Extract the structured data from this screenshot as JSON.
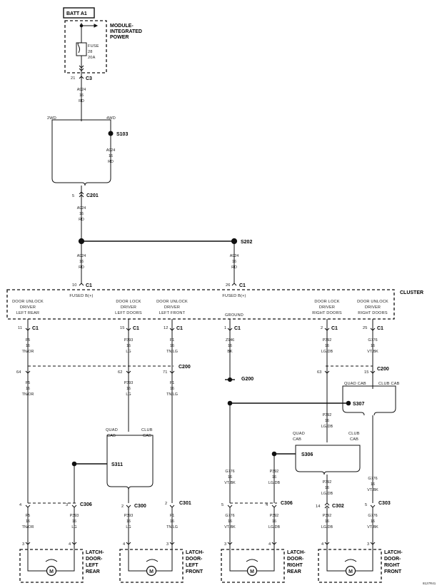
{
  "power": {
    "batt": "BATT A1",
    "module_label": [
      "MODULE-",
      "INTEGRATED",
      "POWER"
    ],
    "fuse_lines": [
      "FUSE",
      "28",
      "20A"
    ],
    "c3_pin": "21",
    "c3": "C3"
  },
  "wire_main": [
    "A924",
    "16",
    "RD"
  ],
  "split": {
    "left": "2WD",
    "right": "4WD"
  },
  "s103": "S103",
  "c201": {
    "pin": "5",
    "label": "C201"
  },
  "s202": "S202",
  "cluster": {
    "title": "CLUSTER",
    "c1_pin_left": "10",
    "c1_pin_right": "26",
    "c1": "C1",
    "fused_left": "FUSED B(+)",
    "fused_right": "FUSED B(+)",
    "drivers": [
      [
        "DOOR UNLOCK",
        "DRIVER",
        "LEFT REAR"
      ],
      [
        "DOOR LOCK",
        "DRIVER",
        "LEFT DOORS"
      ],
      [
        "DOOR UNLOCK",
        "DRIVER",
        "LEFT FRONT"
      ],
      [
        "GROUND"
      ],
      [
        "DOOR LOCK",
        "DRIVER",
        "RIGHT DOORS"
      ],
      [
        "DOOR UNLOCK",
        "DRIVER",
        "RIGHT DOORS"
      ]
    ]
  },
  "outputs": [
    {
      "pin": "11",
      "c": "C1",
      "wire": [
        "P5",
        "16",
        "TN/OR"
      ]
    },
    {
      "pin": "15",
      "c": "C1",
      "wire": [
        "P393",
        "16",
        "LG"
      ]
    },
    {
      "pin": "12",
      "c": "C1",
      "wire": [
        "P1",
        "16",
        "TN/LG"
      ]
    },
    {
      "pin": "1",
      "c": "C1",
      "wire": [
        "Z946",
        "16",
        "BK"
      ]
    },
    {
      "pin": "2",
      "c": "C1",
      "wire": [
        "P392",
        "16",
        "LG/DB"
      ]
    },
    {
      "pin": "25",
      "c": "C1",
      "wire": [
        "G776",
        "16",
        "VT/BK"
      ]
    }
  ],
  "c200": {
    "label": "C200",
    "pins_left": [
      "64",
      "62",
      "71"
    ],
    "pins_right": [
      "63",
      "15"
    ],
    "label_right": "C200"
  },
  "g200": "G200",
  "s307": "S307",
  "cab_right": {
    "quad": "QUAD CAB",
    "club": "CLUB CAB"
  },
  "cab_left": {
    "quad": [
      "QUAD",
      "CAB"
    ],
    "club": [
      "CLUB",
      "CAB"
    ]
  },
  "cab_mid": {
    "quad": [
      "QUAD",
      "CAB"
    ],
    "club": [
      "CLUB",
      "CAB"
    ]
  },
  "s311": "S311",
  "s306": "S306",
  "wires_lower": {
    "p5": [
      "P5",
      "16",
      "TN/OR"
    ],
    "p393": [
      "P393",
      "16",
      "LG"
    ],
    "p1": [
      "P1",
      "16",
      "TN/LG"
    ],
    "g776a": [
      "G776",
      "16",
      "VT/BK"
    ],
    "p392a": [
      "P392",
      "16",
      "LG/DB"
    ],
    "p392b": [
      "P392",
      "16",
      "LG/DB"
    ],
    "g776b": [
      "G776",
      "16",
      "VT/BK"
    ]
  },
  "lower_connectors": {
    "c306_left": {
      "label": "C306",
      "pins": [
        "4",
        "3"
      ]
    },
    "c300": {
      "label": "C300",
      "pin": "2"
    },
    "c301": {
      "label": "C301",
      "pin": "2"
    },
    "c306_right": {
      "label": "C306",
      "pins": [
        "5",
        "4"
      ]
    },
    "c302": {
      "label": "C302",
      "pin": "14"
    },
    "c303": {
      "label": "C303",
      "pin": "5"
    }
  },
  "latches": [
    {
      "label": [
        "LATCH-",
        "DOOR-",
        "LEFT",
        "REAR"
      ],
      "pins": [
        "3",
        "4"
      ]
    },
    {
      "label": [
        "LATCH-",
        "DOOR-",
        "LEFT",
        "FRONT"
      ],
      "pins": [
        "4",
        "3"
      ]
    },
    {
      "label": [
        "LATCH-",
        "DOOR-",
        "RIGHT",
        "REAR"
      ],
      "pins": [
        "3",
        "4"
      ]
    },
    {
      "label": [
        "LATCH-",
        "DOOR-",
        "RIGHT",
        "FRONT"
      ],
      "pins": [
        "4",
        "3"
      ]
    }
  ],
  "motor_letter": "M",
  "figure_code": "8127R41"
}
